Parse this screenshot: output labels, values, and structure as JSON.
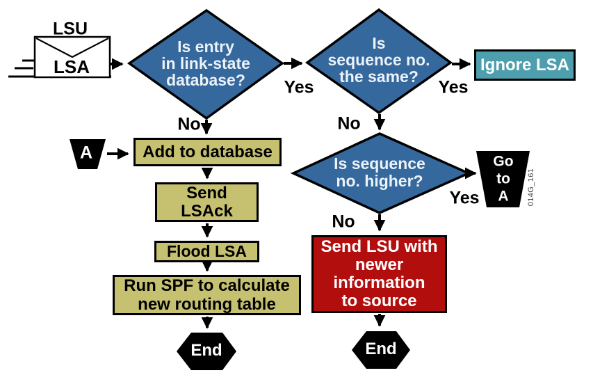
{
  "figure_id": "014G_161",
  "colors": {
    "decision_blue": "#35689C",
    "process_olive": "#C6C171",
    "ignore_teal": "#4E9FAD",
    "alert_red": "#B30E0E",
    "terminal_black": "#000000",
    "envelope_white": "#ffffff"
  },
  "envelope": {
    "label_top": "LSU",
    "label_inner": "LSA"
  },
  "decisions": {
    "entry_in_db": "Is entry\nin link-state\ndatabase?",
    "seq_same": "Is\nsequence no.\nthe same?",
    "seq_higher": "Is sequence\nno. higher?"
  },
  "processes": {
    "ignore_lsa": "Ignore LSA",
    "add_to_db": "Add to database",
    "send_lsack": "Send\nLSAck",
    "flood_lsa": "Flood LSA",
    "run_spf": "Run SPF to calculate\nnew routing table",
    "send_lsu": "Send LSU with\nnewer\ninformation\nto source"
  },
  "connectors": {
    "a": "A",
    "goto_a": "Go\nto\nA"
  },
  "terminals": {
    "end_left": "End",
    "end_right": "End"
  },
  "edge_labels": {
    "yes1": "Yes",
    "yes2": "Yes",
    "yes3": "Yes",
    "no1": "No",
    "no2": "No",
    "no3": "No"
  }
}
